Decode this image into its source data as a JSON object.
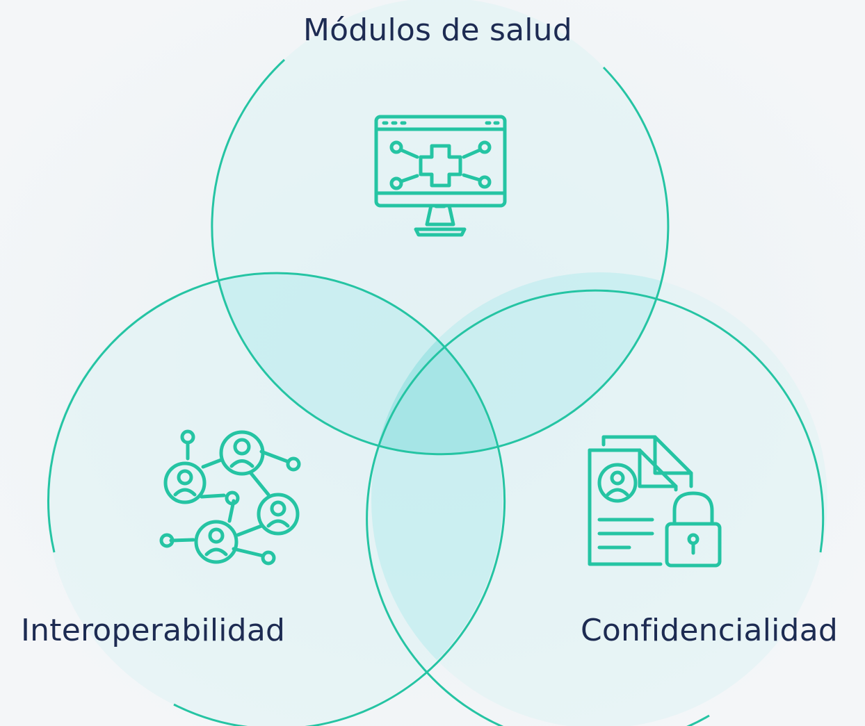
{
  "diagram": {
    "type": "venn-3",
    "sets": [
      {
        "id": "top",
        "label": "Módulos de salud",
        "icon": "monitor-medical-cross-icon"
      },
      {
        "id": "left",
        "label": "Interoperabilidad",
        "icon": "people-network-icon"
      },
      {
        "id": "right",
        "label": "Confidencialidad",
        "icon": "document-lock-icon"
      }
    ]
  },
  "colors": {
    "stroke": "#25c4a3",
    "fill": "#c8eeec",
    "center": "#9fe3e3",
    "background": "#f3f5f7",
    "text": "#1d2b52"
  }
}
